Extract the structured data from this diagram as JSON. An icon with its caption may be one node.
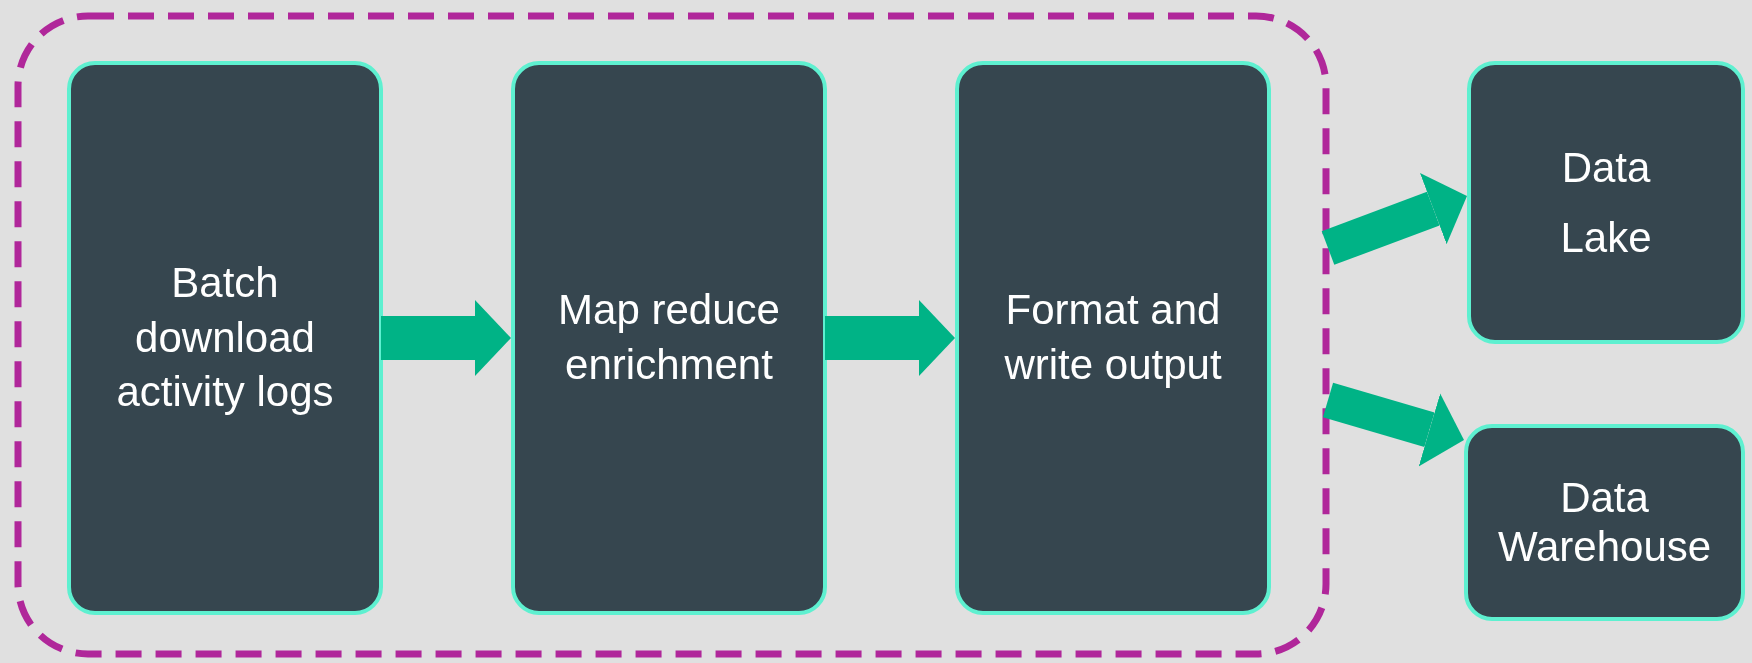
{
  "diagram": {
    "nodes": [
      {
        "text": [],
        "shape": "box"
      },
      {
        "text": [
          "Batch download activity logs"
        ],
        "in": 0
      },
      {
        "text": [
          "Map reduce enrichment"
        ],
        "in": 0
      },
      {
        "text": [
          "Format and write output"
        ],
        "in": 0
      },
      {
        "text": [
          "Data Lake"
        ]
      },
      {
        "text": [
          "Data Warehouse"
        ]
      }
    ],
    "edges": [
      {
        "from": 1,
        "to": 2,
        "arrow": "to"
      },
      {
        "from": 2,
        "to": 3,
        "arrow": "to"
      },
      {
        "from": 0,
        "to": 4,
        "arrow": "to"
      },
      {
        "from": 0,
        "to": 5,
        "arrow": "to"
      }
    ]
  }
}
